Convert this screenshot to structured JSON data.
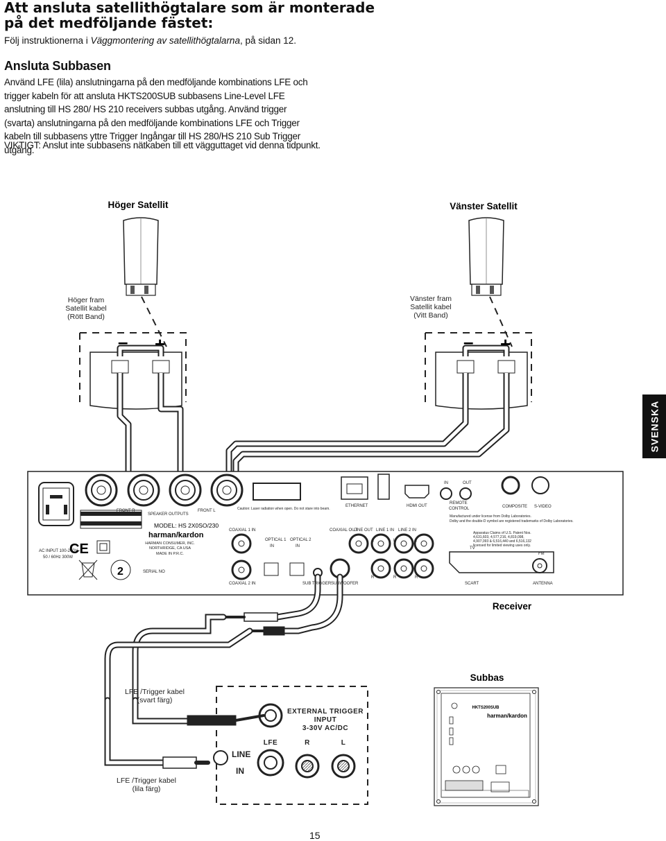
{
  "header": {
    "title_line1": "Att ansluta satellithögtalare som är monterade",
    "title_line2": "på det medföljande fästet:",
    "intro_prefix": "Följ instruktionerna i ",
    "intro_italic": "Väggmontering av satellithögtalarna",
    "intro_suffix": ", på sidan 12."
  },
  "section": {
    "heading": "Ansluta Subbasen",
    "paragraph": "Använd LFE (lila) anslutningarna på den medföljande kombinations LFE och trigger kabeln för att ansluta HKTS200SUB subbasens Line-Level LFE anslutning till HS 280/ HS 210 receivers subbas utgång. Använd trigger (svarta) anslutningarna på den medföljande kombinations LFE och Trigger kabeln till subbasens yttre Trigger Ingångar till HS 280/HS 210 Sub Trigger utgång.",
    "warning": "VIKTIGT: Anslut inte subbasens nätkaben till ett vägguttaget vid denna tidpunkt."
  },
  "diagram": {
    "right_satellite": "Höger Satellit",
    "left_satellite": "Vänster Satellit",
    "right_cable": [
      "Höger fram",
      "Satellit kabel",
      "(Rött Band)"
    ],
    "left_cable": [
      "Vänster fram",
      "Satellit kabel",
      "(Vitt Band)"
    ],
    "receiver_label": "Receiver",
    "subwoofer_label": "Subbas",
    "black_cable": [
      "LFE /Trigger kabel",
      "(svart färg)"
    ],
    "purple_cable": [
      "LFE /Trigger kabel",
      "(lila färg)"
    ],
    "trigger_panel": [
      "EXTERNAL TRIGGER",
      "INPUT",
      "3-30V AC/DC"
    ],
    "lfe_labels": [
      "LFE",
      "R",
      "L"
    ],
    "line_in": [
      "LINE",
      "IN"
    ],
    "receiver_panel": {
      "ac_input": [
        "AC   INPUT  100-240V~",
        "50 / 60Hz  300W"
      ],
      "front_r": "FRONT  R",
      "front_l": "FRONT  L",
      "speaker_outputs": "SPEAKER  OUTPUTS",
      "model": "MODEL: HS 2X0SO/230",
      "brand": "harman/kardon",
      "maker": [
        "HARMAN CONSUMER, INC.",
        "NORTHRIDGE, CA USA",
        "MADE IN P.R.C."
      ],
      "serial": "SERIAL  NO",
      "caution_text": "Caution: Laser radiation when open.  Do not stare into beam.",
      "coaxial1": "COAXIAL 1 IN",
      "coaxial2": "COAXIAL 2 IN",
      "optical1": [
        "OPTICAL 1",
        "IN"
      ],
      "optical2": [
        "OPTICAL 2",
        "IN"
      ],
      "ethernet": "ETHERNET",
      "hdmi": "HDMI OUT",
      "coaxial_out": "COAXIAL OUT",
      "line_out": "LINE OUT",
      "line1": "LINE  1  IN",
      "line2": "LINE  2  IN",
      "sub": "SUB TRIGGER",
      "subwoofer": "SUBWOOFER",
      "in": "IN",
      "out": "OUT",
      "remote": [
        "REMOTE",
        "CONTROL"
      ],
      "composite": "COMPOSITE",
      "svideo": "S-VIDEO",
      "dolby": [
        "Manufactured under license from Dolby Laboratories.",
        "Dolby and the double-D symbol are registered trademarks of Dolby Laboratories."
      ],
      "patent": [
        "Apparatus Claims of U.S. Patent Nos.",
        "4,631,603, 4,577,216, 4,819,098,",
        "4,907,093 & 6,516,440 and 6,516,132",
        "licensed for limited viewing uses only."
      ],
      "tv": "TV",
      "fm": "FM",
      "scart": "SCART",
      "antenna": "ANTENNA",
      "l": "L",
      "r": "R",
      "number": "2"
    },
    "sub_panel": {
      "model": "HKTS200SUB",
      "brand": "harman/kardon"
    }
  },
  "sidebar_tab": "SVENSKA",
  "page_number": "15"
}
